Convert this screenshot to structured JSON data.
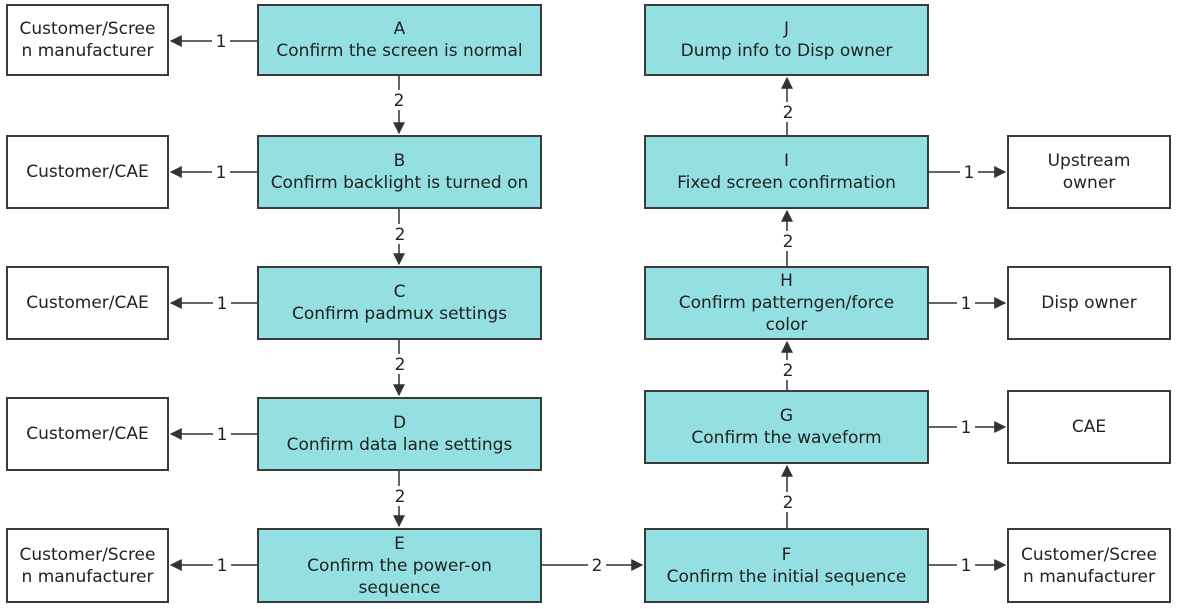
{
  "steps": {
    "A": {
      "letter": "A",
      "text": "Confirm the screen is normal"
    },
    "B": {
      "letter": "B",
      "text": "Confirm backlight is turned on"
    },
    "C": {
      "letter": "C",
      "text": "Confirm padmux settings"
    },
    "D": {
      "letter": "D",
      "text": "Confirm data lane settings"
    },
    "E": {
      "letter": "E",
      "text_line1": "Confirm the power-on",
      "text_line2": "sequence"
    },
    "F": {
      "letter": "F",
      "text": "Confirm the initial sequence"
    },
    "G": {
      "letter": "G",
      "text": "Confirm the waveform"
    },
    "H": {
      "letter": "H",
      "text_line1": "Confirm patterngen/force",
      "text_line2": "color"
    },
    "I": {
      "letter": "I",
      "text": "Fixed screen confirmation"
    },
    "J": {
      "letter": "J",
      "text": "Dump info to Disp owner"
    }
  },
  "owners": {
    "A": {
      "line1": "Customer/Scree",
      "line2": "n manufacturer"
    },
    "B": {
      "line1": "Customer/CAE"
    },
    "C": {
      "line1": "Customer/CAE"
    },
    "D": {
      "line1": "Customer/CAE"
    },
    "E": {
      "line1": "Customer/Scree",
      "line2": "n manufacturer"
    },
    "F": {
      "line1": "Customer/Scree",
      "line2": "n manufacturer"
    },
    "G": {
      "line1": "CAE"
    },
    "H": {
      "line1": "Disp owner"
    },
    "I": {
      "line1": "Upstream",
      "line2": "owner"
    }
  },
  "edge_labels": {
    "fail": "1",
    "pass": "2"
  }
}
